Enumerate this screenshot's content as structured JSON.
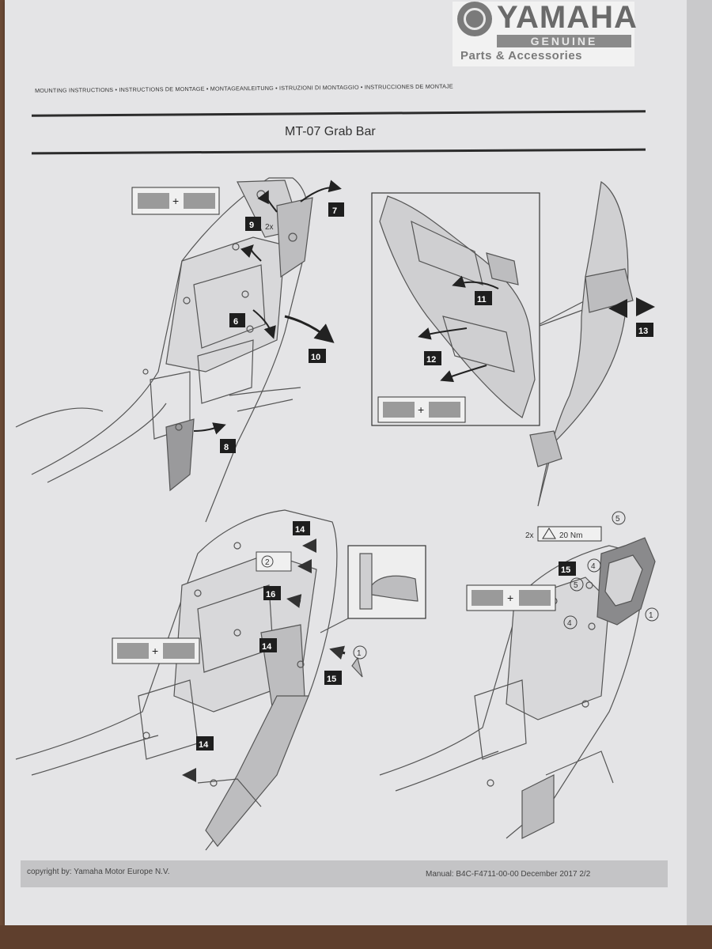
{
  "brand": {
    "name": "YAMAHA",
    "genuine": "GENUINE",
    "parts": "Parts & Accessories"
  },
  "header": {
    "instructions": "MOUNTING INSTRUCTIONS • INSTRUCTIONS DE MONTAGE • MONTAGEANLEITUNG • ISTRUZIONI DI MONTAGGIO • INSTRUCCIONES DE MONTAJE",
    "title": "MT-07 Grab Bar"
  },
  "steps": {
    "s6": "6",
    "s7": "7",
    "s8": "8",
    "s9": "9",
    "s10": "10",
    "s11": "11",
    "s12": "12",
    "s13": "13",
    "s14a": "14",
    "s14b": "14",
    "s14c": "14",
    "s15a": "15",
    "s15b": "15",
    "s16": "16"
  },
  "annotations": {
    "qty_2x": "2x",
    "torque": "2x",
    "torque_value": "20 Nm",
    "plus": "+",
    "part_1": "1",
    "part_2": "2",
    "part_4": "4",
    "part_5": "5"
  },
  "footer": {
    "copyright": "copyright by: Yamaha Motor Europe N.V.",
    "manual": "Manual: B4C-F4711-00-00 December 2017 2/2"
  }
}
